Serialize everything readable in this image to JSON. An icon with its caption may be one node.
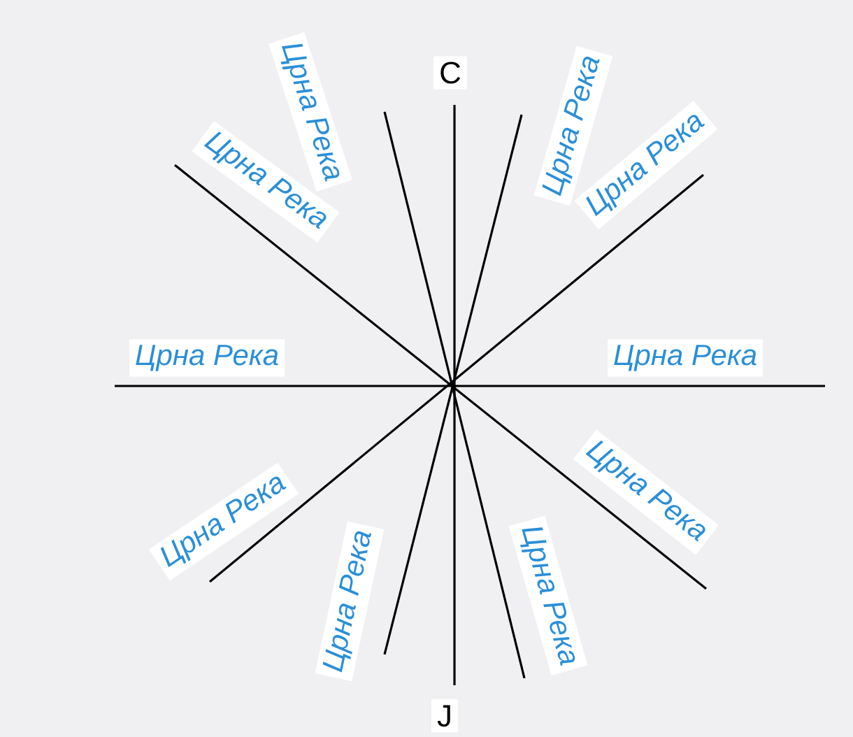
{
  "diagram": {
    "labels": [
      "Црна Река",
      "Црна Река",
      "С",
      "Црна Река",
      "Црна Река",
      "Црна Река",
      "Црна Река",
      "Црна Река",
      "Црна Река",
      "Црна Река",
      "Црна Река",
      "Ј"
    ]
  }
}
